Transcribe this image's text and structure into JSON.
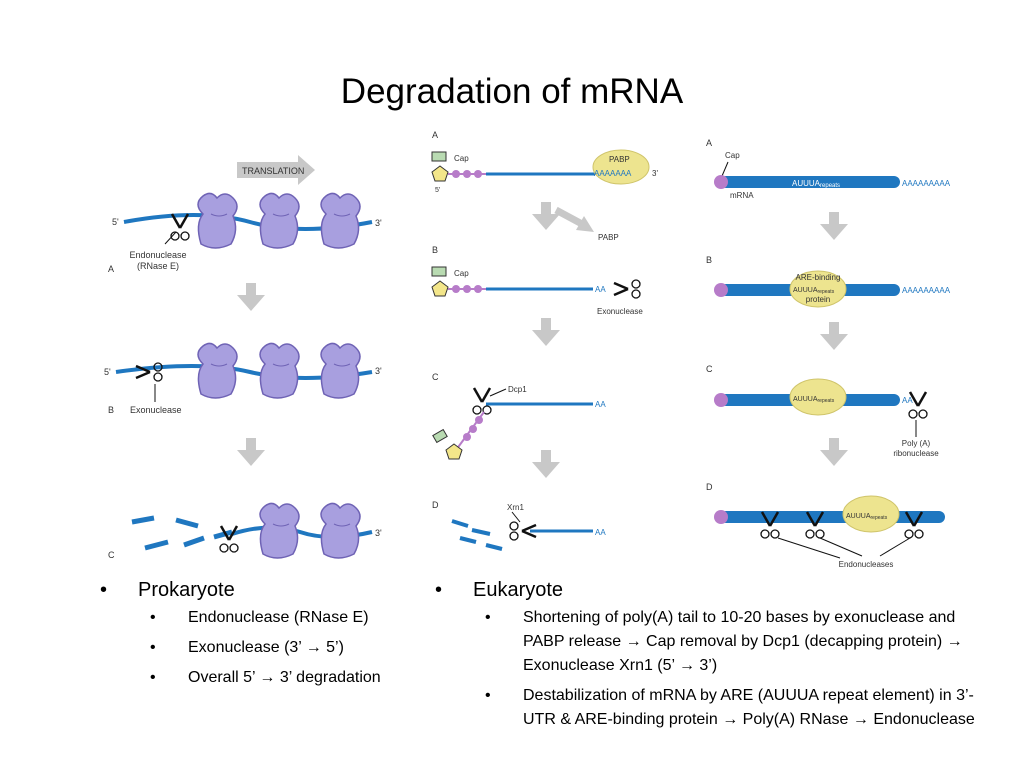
{
  "title": "Degradation of mRNA",
  "colors": {
    "rna": "#1f77c0",
    "ribosome": "#a89fdf",
    "ribosome_stroke": "#6f63b5",
    "arrow": "#c8c8c8",
    "pabp": "#ede48f",
    "cap_purple": "#b77cc9"
  },
  "prokaryote_diagram": {
    "translation": "TRANSLATION",
    "five_prime": "5'",
    "three_prime": "3'",
    "panel_a": "A",
    "panel_b": "B",
    "panel_c": "C",
    "endonuclease": "Endonuclease",
    "endonuclease_sub": "(RNase E)",
    "exonuclease": "Exonuclease"
  },
  "eukaryote_decapping_diagram": {
    "panel_a": "A",
    "panel_b": "B",
    "panel_c": "C",
    "panel_d": "D",
    "cap": "Cap",
    "pabp": "PABP",
    "poly_a": "AAAAAAA",
    "aa": "AA",
    "five_prime": "5'",
    "three_prime": "3'",
    "exonuclease": "Exonuclease",
    "dcp1": "Dcp1",
    "xrn1": "Xrn1"
  },
  "eukaryote_are_diagram": {
    "panel_a": "A",
    "panel_b": "B",
    "panel_c": "C",
    "panel_d": "D",
    "cap": "Cap",
    "mrna": "mRNA",
    "auuua": "AUUUA",
    "repeats": "repeats",
    "poly_a": "AAAAAAAAA",
    "aa": "AA",
    "are_binding": "ARE-binding",
    "protein": "protein",
    "poly_a_ribonuclease": "Poly (A)",
    "ribonuclease": "ribonuclease",
    "endonucleases": "Endonucleases"
  },
  "prokaryote": {
    "heading": "Prokaryote",
    "items": [
      "Endonuclease (RNase E)",
      "Exonuclease (3’ → 5’)",
      "Overall 5’ → 3’ degradation"
    ]
  },
  "eukaryote": {
    "heading": "Eukaryote",
    "items": [
      "Shortening of poly(A) tail to 10-20 bases by exonuclease and PABP release → Cap removal by Dcp1 (decapping protein) → Exonuclease Xrn1 (5’ → 3’)",
      "Destabilization of mRNA by ARE (AUUUA repeat element) in 3’-UTR  & ARE-binding protein → Poly(A) RNase → Endonuclease"
    ]
  }
}
